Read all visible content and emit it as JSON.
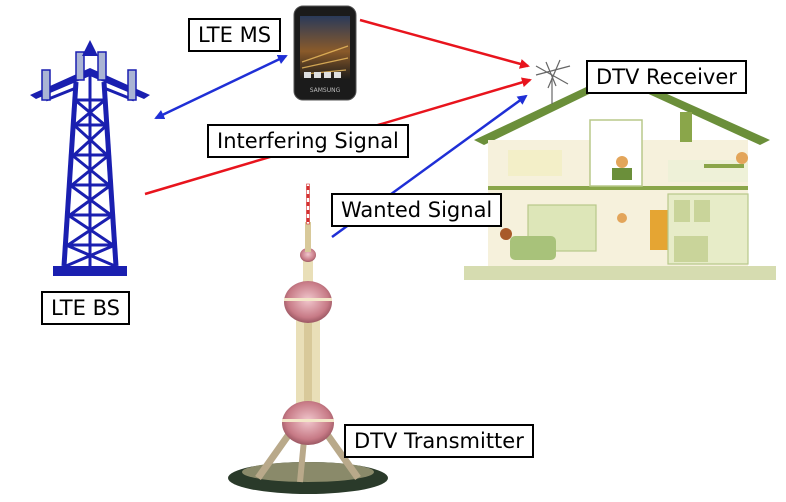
{
  "labels": {
    "lte_ms": "LTE MS",
    "dtv_receiver": "DTV Receiver",
    "interfering_signal": "Interfering Signal",
    "wanted_signal": "Wanted Signal",
    "lte_bs": "LTE BS",
    "dtv_transmitter": "DTV Transmitter"
  },
  "phone_brand": "SAMSUNG",
  "colors": {
    "interfering_arrow": "#e8141d",
    "ms_link_arrow": "#1f2fd6",
    "wanted_arrow": "#1f2fd6",
    "tower_blue": "#1a1fb0",
    "house_green": "#6b8f3a",
    "tv_tower_pink": "#c77a86"
  }
}
